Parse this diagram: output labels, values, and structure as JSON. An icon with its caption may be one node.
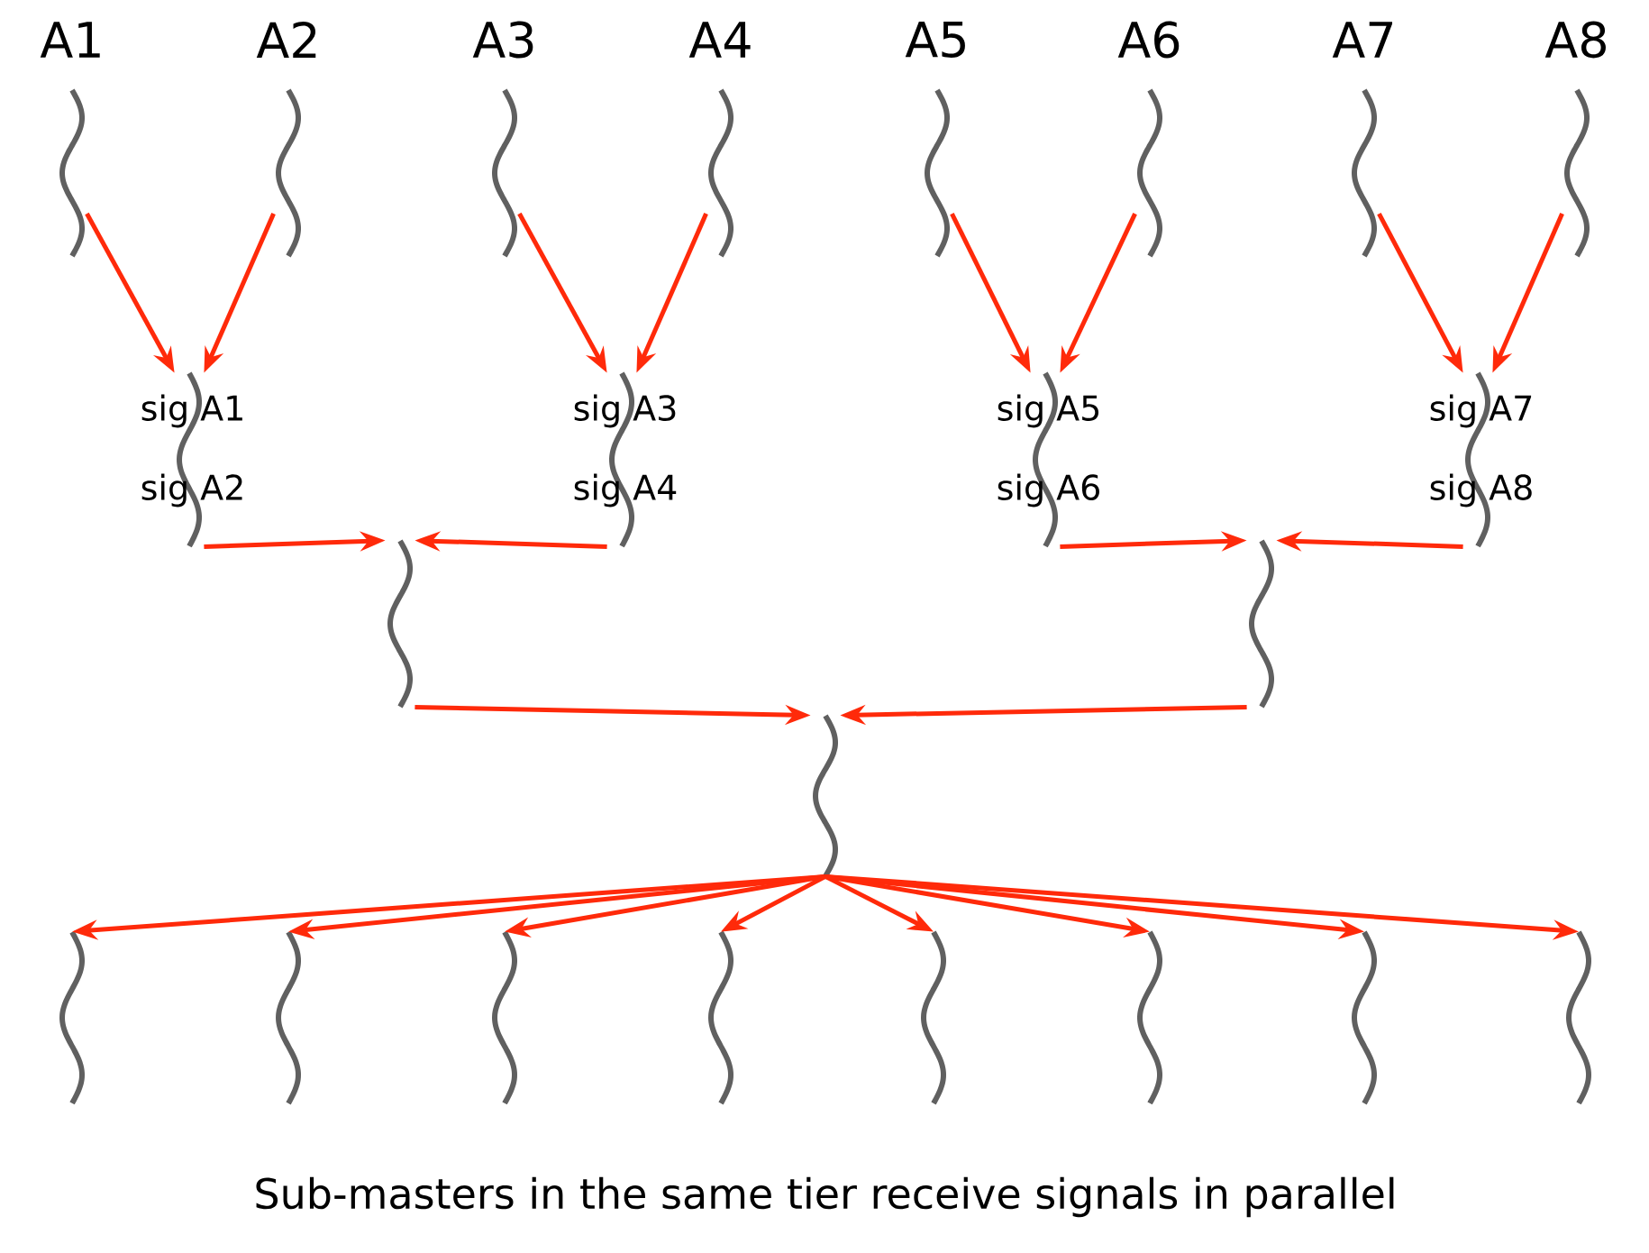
{
  "diagram": {
    "caption": "Sub-masters in the same tier receive signals in parallel",
    "nodes": [
      {
        "text": [
          "A1"
        ]
      },
      {
        "text": [
          "A2"
        ]
      },
      {
        "text": [
          "A3"
        ]
      },
      {
        "text": [
          "A4"
        ]
      },
      {
        "text": [
          "A5"
        ]
      },
      {
        "text": [
          "A6"
        ]
      },
      {
        "text": [
          "A7"
        ]
      },
      {
        "text": [
          "A8"
        ]
      },
      {
        "text": [
          "sig A1",
          "sig A2"
        ]
      },
      {
        "text": [
          "sig A3",
          "sig A4"
        ]
      },
      {
        "text": [
          "sig A5",
          "sig A6"
        ]
      },
      {
        "text": [
          "sig A7",
          "sig A8"
        ]
      },
      {
        "text": [],
        "shape": "wave"
      },
      {
        "text": [],
        "shape": "wave"
      },
      {
        "text": [],
        "shape": "wave"
      },
      {
        "text": [],
        "shape": "wave"
      },
      {
        "text": [],
        "shape": "wave"
      },
      {
        "text": [],
        "shape": "wave"
      },
      {
        "text": [],
        "shape": "wave"
      },
      {
        "text": [],
        "shape": "wave"
      },
      {
        "text": [],
        "shape": "wave"
      },
      {
        "text": [],
        "shape": "wave"
      },
      {
        "text": [],
        "shape": "wave"
      }
    ],
    "edges": [
      {
        "from": 0,
        "to": 8,
        "arrow": "to"
      },
      {
        "from": 1,
        "to": 8,
        "arrow": "to"
      },
      {
        "from": 2,
        "to": 9,
        "arrow": "to"
      },
      {
        "from": 3,
        "to": 9,
        "arrow": "to"
      },
      {
        "from": 4,
        "to": 10,
        "arrow": "to"
      },
      {
        "from": 5,
        "to": 10,
        "arrow": "to"
      },
      {
        "from": 6,
        "to": 11,
        "arrow": "to"
      },
      {
        "from": 7,
        "to": 11,
        "arrow": "to"
      },
      {
        "from": 8,
        "to": 12,
        "arrow": "to"
      },
      {
        "from": 9,
        "to": 12,
        "arrow": "to"
      },
      {
        "from": 10,
        "to": 13,
        "arrow": "to"
      },
      {
        "from": 11,
        "to": 13,
        "arrow": "to"
      },
      {
        "from": 12,
        "to": 14,
        "arrow": "to"
      },
      {
        "from": 13,
        "to": 14,
        "arrow": "to"
      },
      {
        "from": 14,
        "to": 15,
        "arrow": "to"
      },
      {
        "from": 14,
        "to": 16,
        "arrow": "to"
      },
      {
        "from": 14,
        "to": 17,
        "arrow": "to"
      },
      {
        "from": 14,
        "to": 18,
        "arrow": "to"
      },
      {
        "from": 14,
        "to": 19,
        "arrow": "to"
      },
      {
        "from": 14,
        "to": 20,
        "arrow": "to"
      },
      {
        "from": 14,
        "to": 21,
        "arrow": "to"
      },
      {
        "from": 14,
        "to": 22,
        "arrow": "to"
      }
    ]
  }
}
